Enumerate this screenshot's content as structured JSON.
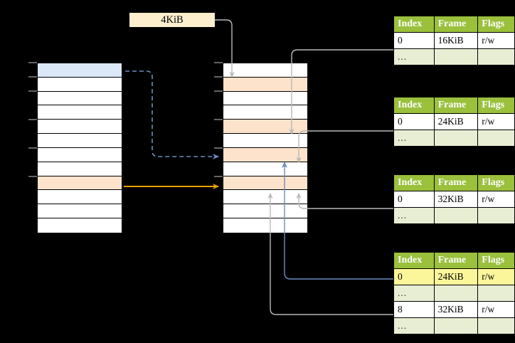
{
  "diagram": {
    "title": "",
    "page_size_label": "4KiB",
    "colors": {
      "background": "#000000",
      "header_green": "#9ac03c",
      "dots_row": "#e8eed3",
      "highlight_yellow": "#fbf69a",
      "selected_blue": "#dbe8f8",
      "selected_peach": "#fde3cb",
      "label_cream": "#fdeecd",
      "wire_gray": "#b3b3b3",
      "wire_blue": "#6c8ebf",
      "wire_orange": "#e8a200",
      "row_white": "#ffffff",
      "border_black": "#000000"
    }
  },
  "left_column": {
    "name": "virtual-address-space",
    "rows": [
      {
        "label": "",
        "fill": "#dbe8f8",
        "tick": true
      },
      {
        "label": "",
        "fill": "#ffffff",
        "tick": true
      },
      {
        "label": "",
        "fill": "#ffffff",
        "tick": true
      },
      {
        "label": "",
        "fill": "#ffffff",
        "tick": false
      },
      {
        "label": "",
        "fill": "#ffffff",
        "tick": true
      },
      {
        "label": "",
        "fill": "#ffffff",
        "tick": false
      },
      {
        "label": "",
        "fill": "#ffffff",
        "tick": true
      },
      {
        "label": "",
        "fill": "#ffffff",
        "tick": false
      },
      {
        "label": "",
        "fill": "#fde3cb",
        "tick": true
      },
      {
        "label": "",
        "fill": "#ffffff",
        "tick": false
      },
      {
        "label": "",
        "fill": "#ffffff",
        "tick": false
      },
      {
        "label": "",
        "fill": "#ffffff",
        "tick": false
      }
    ]
  },
  "middle_column": {
    "name": "physical-memory",
    "rows": [
      {
        "label": "",
        "fill": "#ffffff",
        "tick": true
      },
      {
        "label": "",
        "fill": "#fde3cb",
        "tick": true
      },
      {
        "label": "",
        "fill": "#ffffff",
        "tick": true
      },
      {
        "label": "",
        "fill": "#ffffff",
        "tick": false
      },
      {
        "label": "",
        "fill": "#fde3cb",
        "tick": true
      },
      {
        "label": "",
        "fill": "#ffffff",
        "tick": false
      },
      {
        "label": "",
        "fill": "#fde3cb",
        "tick": true
      },
      {
        "label": "",
        "fill": "#ffffff",
        "tick": false
      },
      {
        "label": "",
        "fill": "#fde3cb",
        "tick": true
      },
      {
        "label": "",
        "fill": "#ffffff",
        "tick": false
      },
      {
        "label": "",
        "fill": "#ffffff",
        "tick": false
      },
      {
        "label": "",
        "fill": "#ffffff",
        "tick": false
      }
    ]
  },
  "page_tables": [
    {
      "name": "page-table-1",
      "headers": [
        "Index",
        "Frame",
        "Flags"
      ],
      "rows": [
        {
          "cells": [
            "0",
            "16KiB",
            "r/w"
          ],
          "style": "plain"
        },
        {
          "cells": [
            "...",
            "",
            ""
          ],
          "style": "dots"
        }
      ]
    },
    {
      "name": "page-table-2",
      "headers": [
        "Index",
        "Frame",
        "Flags"
      ],
      "rows": [
        {
          "cells": [
            "0",
            "24KiB",
            "r/w"
          ],
          "style": "plain"
        },
        {
          "cells": [
            "...",
            "",
            ""
          ],
          "style": "dots"
        }
      ]
    },
    {
      "name": "page-table-3",
      "headers": [
        "Index",
        "Frame",
        "Flags"
      ],
      "rows": [
        {
          "cells": [
            "0",
            "32KiB",
            "r/w"
          ],
          "style": "plain"
        },
        {
          "cells": [
            "...",
            "",
            ""
          ],
          "style": "dots"
        }
      ]
    },
    {
      "name": "page-table-4",
      "headers": [
        "Index",
        "Frame",
        "Flags"
      ],
      "rows": [
        {
          "cells": [
            "0",
            "24KiB",
            "r/w"
          ],
          "style": "highlight"
        },
        {
          "cells": [
            "...",
            "",
            ""
          ],
          "style": "dots"
        },
        {
          "cells": [
            "8",
            "32KiB",
            "r/w"
          ],
          "style": "plain"
        },
        {
          "cells": [
            "...",
            "",
            ""
          ],
          "style": "dots"
        }
      ]
    }
  ]
}
